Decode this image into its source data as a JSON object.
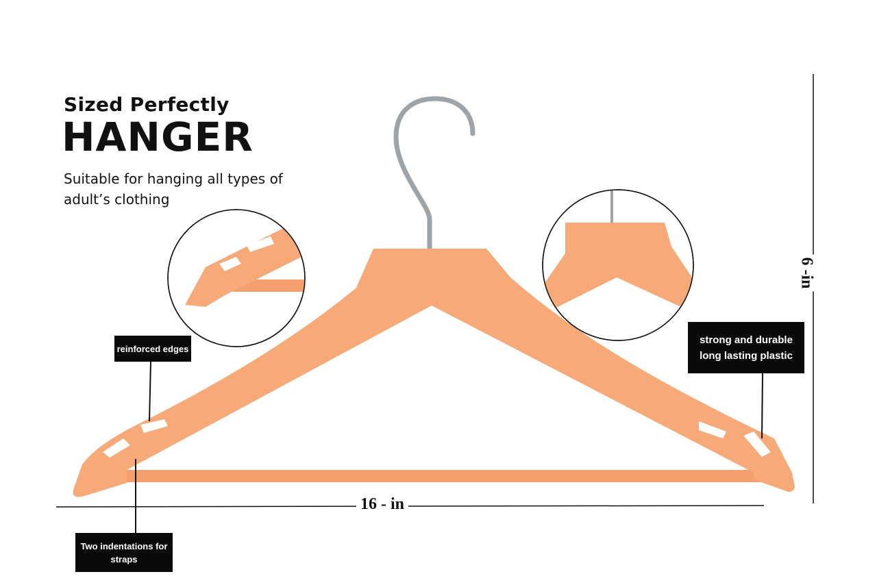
{
  "heading": {
    "subtitle": "Sized Perfectly",
    "title": "HANGER",
    "description": "Suitable for hanging all types of adult’s clothing"
  },
  "callouts": {
    "reinforced": "reinforced edges",
    "plastic_line1": "strong and durable",
    "plastic_line2": "long lasting plastic",
    "indent_line1": "Two indentations for",
    "indent_line2": "straps"
  },
  "dimensions": {
    "width": "16 - in",
    "height": "6 -in"
  },
  "colors": {
    "hanger": "#f8a978",
    "hanger_shade": "#ee9a66",
    "hook": "#9ea3a8",
    "callout_bg": "#0a0a0a"
  }
}
